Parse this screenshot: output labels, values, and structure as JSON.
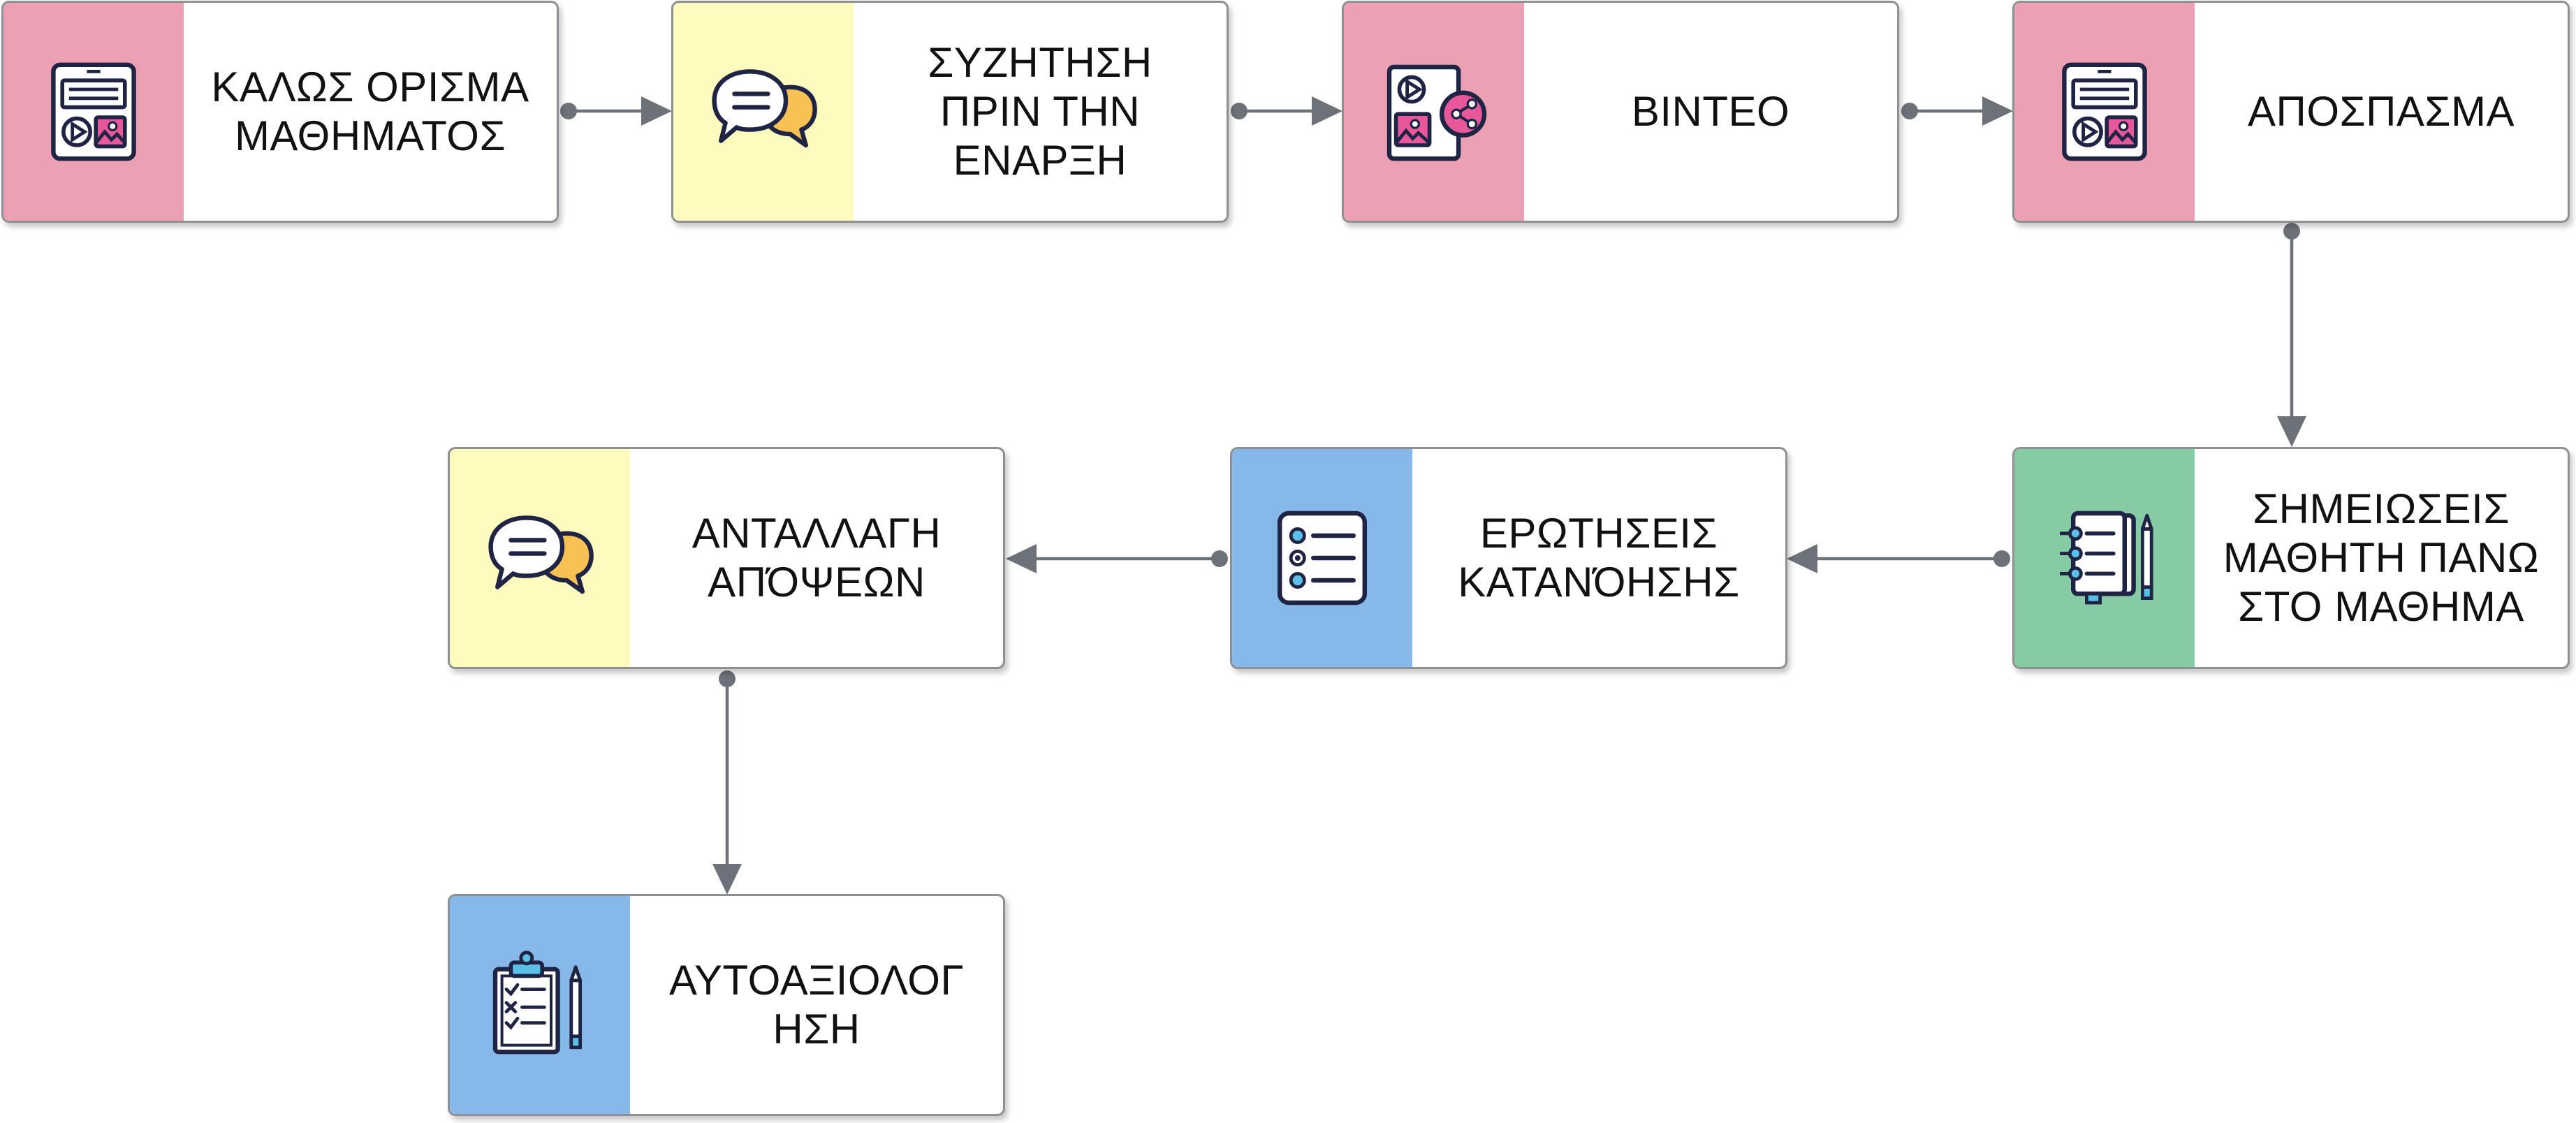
{
  "diagram": {
    "nodes": [
      {
        "id": "welcome",
        "label": "ΚΑΛΩΣ ΟΡΙΣΜΑ\nΜΑΘΗΜΑΤΟΣ",
        "icon": "media-layout-icon",
        "color": "#eba0b3"
      },
      {
        "id": "discussion",
        "label": "ΣΥΖΗΤΗΣΗ\nΠΡΙΝ ΤΗΝ\nΕΝΑΡΞΗ",
        "icon": "chat-bubbles-icon",
        "color": "#fdfbbe"
      },
      {
        "id": "video",
        "label": "ΒΙΝΤΕΟ",
        "icon": "video-share-icon",
        "color": "#eba0b3"
      },
      {
        "id": "excerpt",
        "label": "ΑΠΟΣΠΑΣΜΑ",
        "icon": "media-layout-icon",
        "color": "#eba0b3"
      },
      {
        "id": "notes",
        "label": "ΣΗΜΕΙΩΣΕΙΣ\nΜΑΘΗΤΗ ΠΑΝΩ\nΣΤΟ ΜΑΘΗΜΑ",
        "icon": "notebook-pencil-icon",
        "color": "#85cba3"
      },
      {
        "id": "questions",
        "label": "ΕΡΩΤΗΣΕΙΣ\nΚΑΤΑΝΌΗΣΗΣ",
        "icon": "checklist-icon",
        "color": "#86b8e9"
      },
      {
        "id": "exchange",
        "label": "ΑΝΤΑΛΛΑΓΗ\nΑΠΌΨΕΩΝ",
        "icon": "chat-bubbles-icon",
        "color": "#fdfbbe"
      },
      {
        "id": "selfassess",
        "label": "ΑΥΤΟΑΞΙΟΛΟΓ\nΗΣΗ",
        "icon": "clipboard-pencil-icon",
        "color": "#86b8e9"
      }
    ],
    "edges": [
      {
        "from": "welcome",
        "to": "discussion"
      },
      {
        "from": "discussion",
        "to": "video"
      },
      {
        "from": "video",
        "to": "excerpt"
      },
      {
        "from": "excerpt",
        "to": "notes"
      },
      {
        "from": "notes",
        "to": "questions"
      },
      {
        "from": "questions",
        "to": "exchange"
      },
      {
        "from": "exchange",
        "to": "selfassess"
      }
    ],
    "colors": {
      "connector": "#6d7278",
      "border": "#8e9094",
      "pink": "#eba0b3",
      "yellow": "#fdfbbe",
      "blue": "#86b8e9",
      "green": "#85cba3"
    }
  }
}
